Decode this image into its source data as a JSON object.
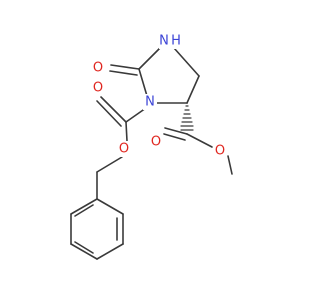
{
  "molecule": {
    "atoms": [
      {
        "id": "N1",
        "label": "N",
        "color": "#3b43d6"
      },
      {
        "id": "NH",
        "label": "H",
        "color": "#3b43d6"
      },
      {
        "id": "O_ring_carbonyl",
        "label": "O",
        "color": "#e0261f"
      },
      {
        "id": "O_cbz_carbonyl",
        "label": "O",
        "color": "#e0261f"
      },
      {
        "id": "O_cbz_ester",
        "label": "O",
        "color": "#e0261f"
      },
      {
        "id": "O_me_carbonyl",
        "label": "O",
        "color": "#e0261f"
      },
      {
        "id": "O_me_ester",
        "label": "O",
        "color": "#e0261f"
      }
    ],
    "bond_color": "#3a3a3a",
    "stereo_bond": "hashed-wedge"
  }
}
